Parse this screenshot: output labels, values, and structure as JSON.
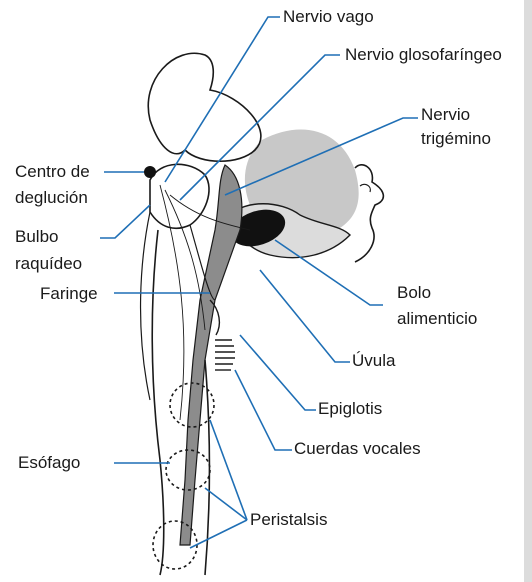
{
  "labels": {
    "nervio_vago": "Nervio vago",
    "nervio_glosofaringeo": "Nervio glosofaríngeo",
    "nervio_trigemino_1": "Nervio",
    "nervio_trigemino_2": "trigémino",
    "centro_deglucion_1": "Centro de",
    "centro_deglucion_2": "deglución",
    "bulbo_1": "Bulbo",
    "bulbo_2": "raquídeo",
    "faringe": "Faringe",
    "bolo_1": "Bolo",
    "bolo_2": "alimenticio",
    "uvula": "Úvula",
    "epiglotis": "Epiglotis",
    "cuerdas_vocales": "Cuerdas vocales",
    "esofago": "Esófago",
    "peristalsis": "Peristalsis"
  },
  "colors": {
    "leader_line": "#1f6fb5",
    "outline": "#1a1a1a",
    "pharynx_gray": "#8c8c8c",
    "palate_light": "#c8c8c8",
    "bolus": "#111111"
  }
}
